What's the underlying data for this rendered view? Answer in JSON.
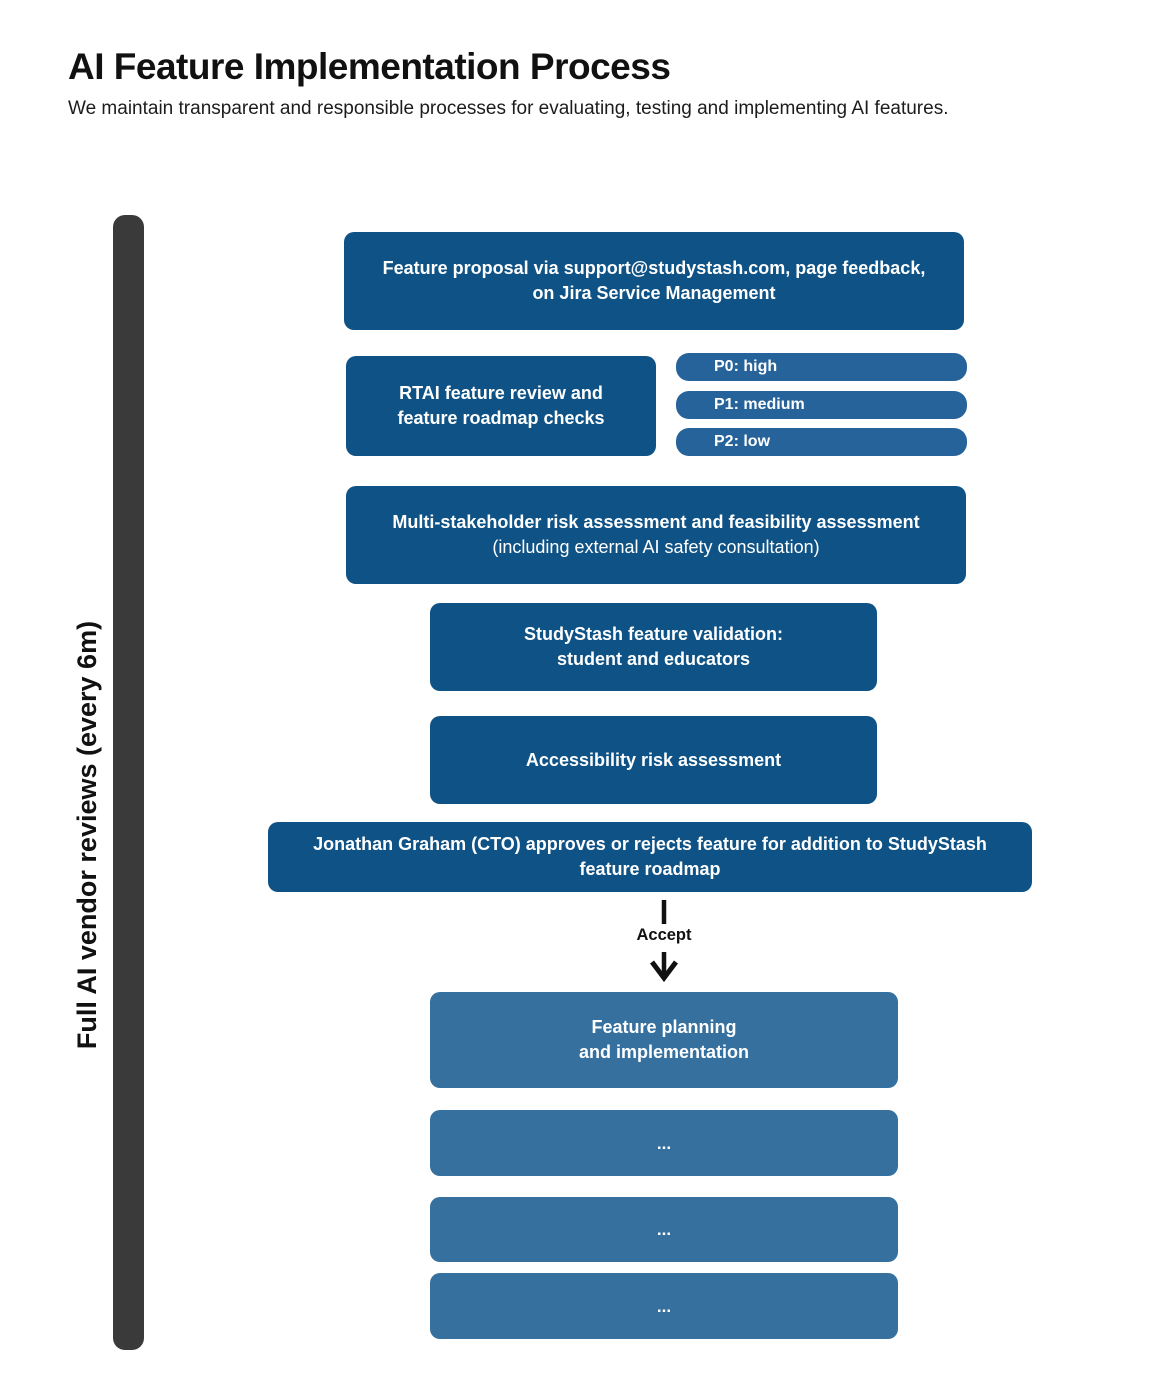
{
  "header": {
    "title": "AI Feature Implementation Process",
    "subtitle": "We maintain transparent and responsible processes for evaluating, testing and implementing AI features."
  },
  "sidebar": {
    "label": "Full AI vendor reviews (every 6m)"
  },
  "flow": {
    "step1": "Feature proposal via support@studystash.com, page feedback, on Jira Service Management",
    "step2": "RTAI feature review and\nfeature roadmap checks",
    "priorities": [
      {
        "label": "P0: high"
      },
      {
        "label": "P1: medium"
      },
      {
        "label": "P2: low"
      }
    ],
    "step3_bold": "Multi-stakeholder risk assessment and feasibility assessment",
    "step3_rest": " (including external AI safety consultation)",
    "step4": "StudyStash feature validation:\nstudent and educators",
    "step5": "Accessibility risk assessment",
    "step6": "Jonathan Graham (CTO) approves or rejects feature for addition to StudyStash feature roadmap",
    "arrow_label": "Accept",
    "step7": "Feature planning\nand implementation",
    "ellipsis_rows": [
      "...",
      "...",
      "..."
    ]
  },
  "colors": {
    "box_dark": "#0F5285",
    "box_medium": "#26639A",
    "box_light": "#35709F",
    "bar_gray": "#3A3A3A",
    "ink": "#111111",
    "box_text": "#FFFFFF"
  }
}
